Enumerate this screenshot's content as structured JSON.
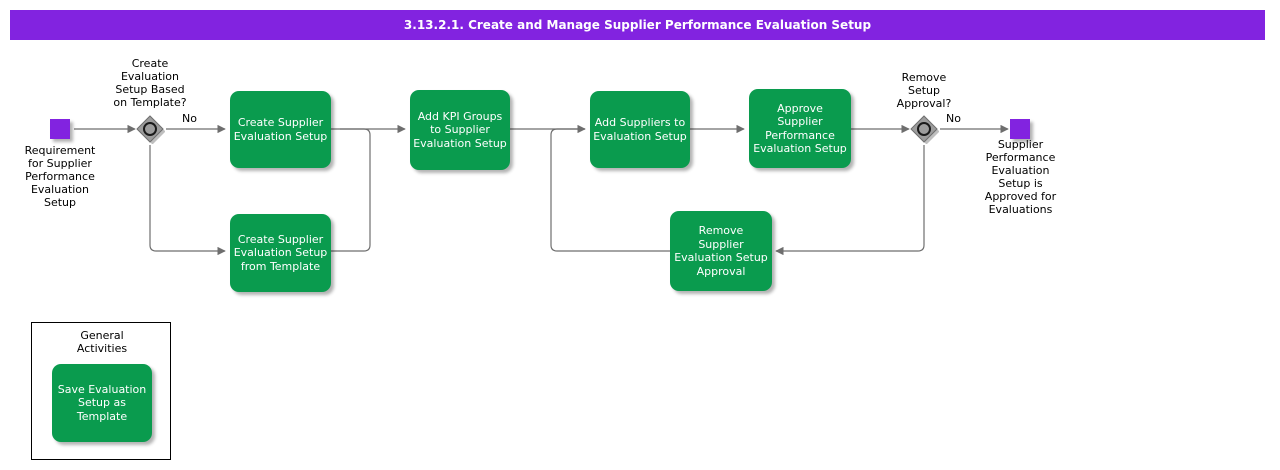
{
  "header": {
    "title": "3.13.2.1. Create and Manage Supplier Performance Evaluation Setup",
    "bar_color": "#8223E0"
  },
  "palette": {
    "task_green": "#0A9B4E",
    "event_purple": "#8223E0",
    "gateway_gray": "#9D9D9D",
    "connector_gray": "#6E6E6E",
    "text_white": "#FFFFFF",
    "text_black": "#000000"
  },
  "nodes": {
    "start_event": {
      "type": "start-event",
      "label": "Requirement\nfor Supplier\nPerformance\nEvaluation\nSetup"
    },
    "gateway_template": {
      "type": "exclusive-gateway",
      "label": "Create\nEvaluation\nSetup Based\non Template?",
      "branch_label": "No"
    },
    "task_create_setup": {
      "type": "task",
      "label": "Create Supplier\nEvaluation Setup"
    },
    "task_create_from_template": {
      "type": "task",
      "label": "Create Supplier\nEvaluation Setup\nfrom Template"
    },
    "task_add_kpi_groups": {
      "type": "task",
      "label": "Add KPI Groups\nto Supplier\nEvaluation Setup"
    },
    "task_add_suppliers": {
      "type": "task",
      "label": "Add Suppliers to\nEvaluation Setup"
    },
    "task_approve_setup": {
      "type": "task",
      "label": "Approve\nSupplier\nPerformance\nEvaluation Setup"
    },
    "gateway_remove_approval": {
      "type": "exclusive-gateway",
      "label": "Remove\nSetup\nApproval?",
      "branch_label": "No"
    },
    "task_remove_approval": {
      "type": "task",
      "label": "Remove\nSupplier\nEvaluation Setup\nApproval"
    },
    "end_event": {
      "type": "end-event",
      "label": "Supplier\nPerformance\nEvaluation\nSetup is\nApproved for\nEvaluations"
    }
  },
  "general_activities": {
    "title": "General\nActivities",
    "tasks": [
      {
        "type": "task",
        "label": "Save Evaluation\nSetup as\nTemplate"
      }
    ]
  }
}
